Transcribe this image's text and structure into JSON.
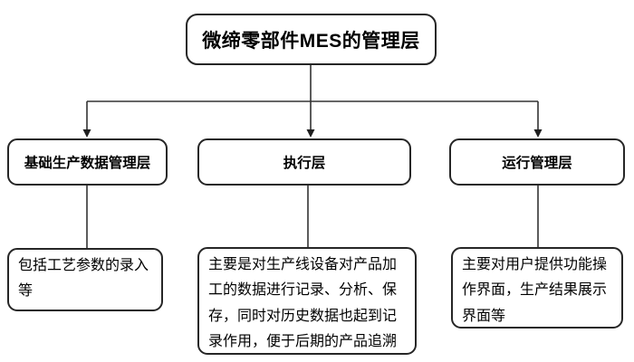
{
  "diagram": {
    "root": {
      "label": "微缔零部件MES的管理层"
    },
    "branches": [
      {
        "id": "basic-production-data",
        "label": "基础生产数据管理层",
        "description": "包括工艺参数的录入等"
      },
      {
        "id": "execution-layer",
        "label": "执行层",
        "description": "主要是对生产线设备对产品加工的数据进行记录、分析、保存，同时对历史数据也起到记录作用，便于后期的产品追溯"
      },
      {
        "id": "operation-management",
        "label": "运行管理层",
        "description": "主要对用户提供功能操作界面，生产结果展示界面等"
      }
    ],
    "colors": {
      "background": "#ffffff",
      "box_border": "#262626",
      "connector_line": "#333333",
      "text": "#000000"
    }
  }
}
